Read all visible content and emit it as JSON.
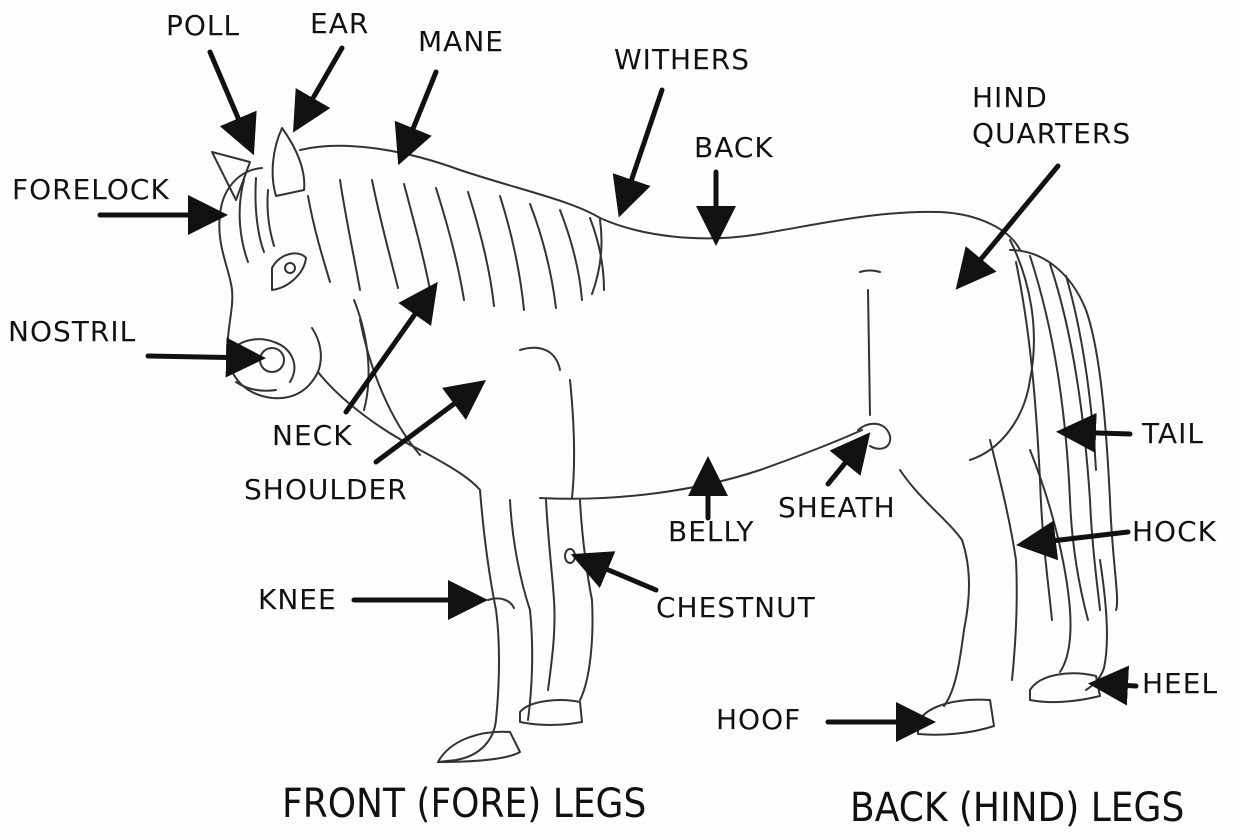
{
  "labels": {
    "poll": "POLL",
    "ear": "EAR",
    "mane": "MANE",
    "withers": "WITHERS",
    "back": "BACK",
    "hind_quarters_1": "HIND",
    "hind_quarters_2": "QUARTERS",
    "forelock": "FORELOCK",
    "nostril": "NOSTRIL",
    "neck": "NECK",
    "shoulder": "SHOULDER",
    "belly": "BELLY",
    "sheath": "SHEATH",
    "tail": "TAIL",
    "hock": "HOCK",
    "knee": "KNEE",
    "chestnut": "CHESTNUT",
    "heel": "HEEL",
    "hoof": "HOOF"
  },
  "captions": {
    "front_legs": "FRONT (FORE) LEGS",
    "back_legs": "BACK (HIND) LEGS"
  },
  "colors": {
    "ink": "#111111",
    "line": "#333333",
    "paper": "#fefefe"
  }
}
